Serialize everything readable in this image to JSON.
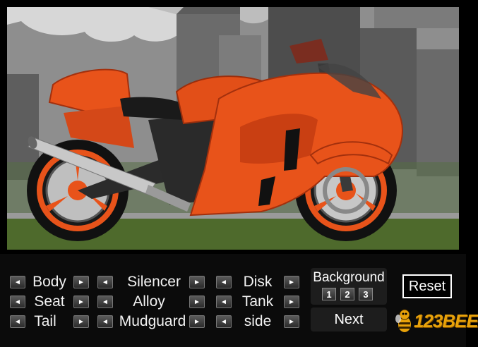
{
  "controls": {
    "rows": [
      [
        {
          "id": "body",
          "label": "Body"
        },
        {
          "id": "silencer",
          "label": "Silencer"
        },
        {
          "id": "disk",
          "label": "Disk"
        }
      ],
      [
        {
          "id": "seat",
          "label": "Seat"
        },
        {
          "id": "alloy",
          "label": "Alloy"
        },
        {
          "id": "tank",
          "label": "Tank"
        }
      ],
      [
        {
          "id": "tail",
          "label": "Tail"
        },
        {
          "id": "mudguard",
          "label": "Mudguard"
        },
        {
          "id": "side",
          "label": "side"
        }
      ]
    ],
    "left_arrow": "◄",
    "right_arrow": "►"
  },
  "background": {
    "title": "Background",
    "options": [
      "1",
      "2",
      "3"
    ]
  },
  "next_label": "Next",
  "reset_label": "Reset",
  "logo": {
    "text": "123BEE"
  },
  "colors": {
    "bike_body": "#e8531a",
    "bike_dark": "#b33610",
    "sky": "#8f8f8f",
    "grass": "#4e6a2c"
  }
}
